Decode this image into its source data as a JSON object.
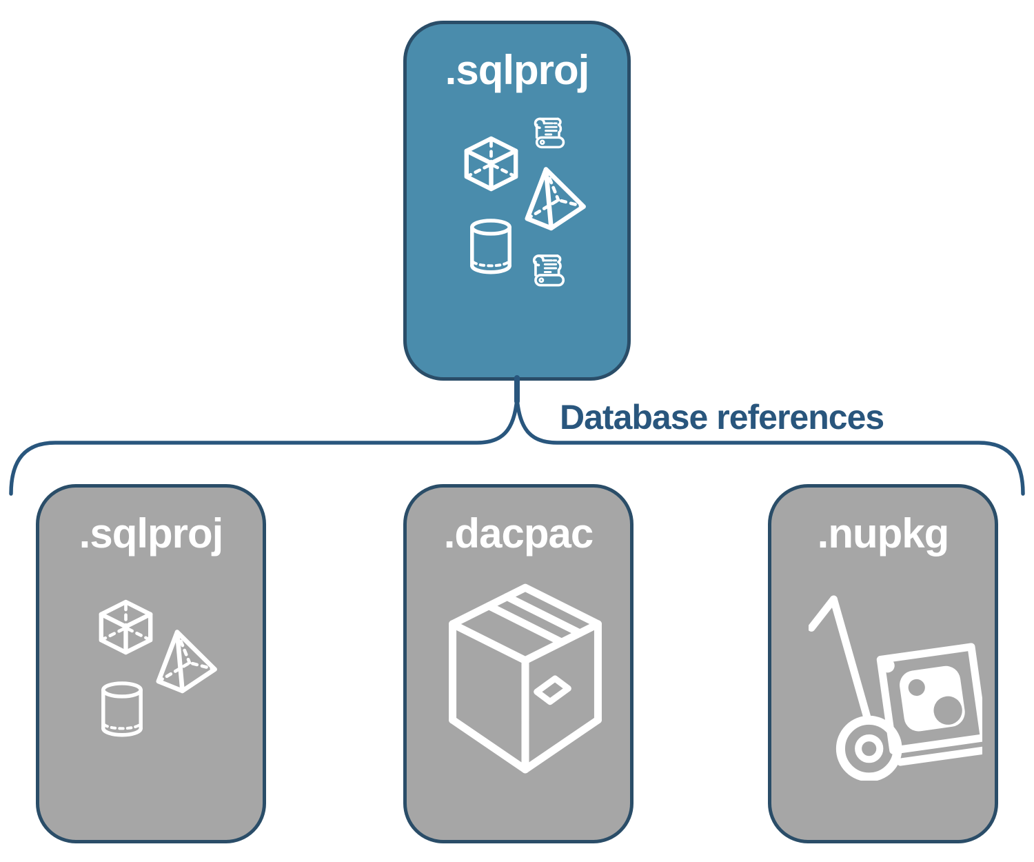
{
  "diagram": {
    "connector_label": "Database references",
    "root": {
      "title": ".sqlproj",
      "icons": [
        "scroll-icon",
        "cube-icon",
        "pyramid-icon",
        "cylinder-icon",
        "scroll-icon"
      ]
    },
    "children": [
      {
        "title": ".sqlproj",
        "icons": [
          "cube-icon",
          "pyramid-icon",
          "cylinder-icon"
        ]
      },
      {
        "title": ".dacpac",
        "icons": [
          "package-box-icon"
        ]
      },
      {
        "title": ".nupkg",
        "icons": [
          "hand-truck-package-icon"
        ]
      }
    ],
    "colors": {
      "root_fill": "#4A8CAC",
      "child_fill": "#A6A6A6",
      "border": "#2A4D68",
      "connector": "#29567D",
      "icon": "#FFFFFF"
    }
  }
}
